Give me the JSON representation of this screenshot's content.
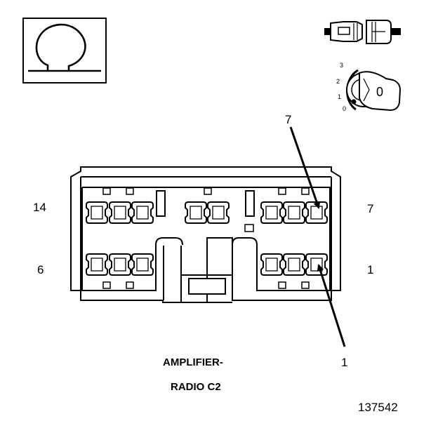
{
  "legend": {
    "symbol": "ohm-icon"
  },
  "test_conditions": {
    "connector_icon": "disconnected-connector-icon",
    "ignition_icon": "ignition-key-icon",
    "ignition_positions": [
      "3",
      "2",
      "1",
      "0"
    ],
    "key_position": "0"
  },
  "connector": {
    "callouts": {
      "top_pin": "7",
      "bottom_pin": "1"
    },
    "side_labels": {
      "top_left": "14",
      "top_right": "7",
      "bottom_left": "6",
      "bottom_right": "1"
    }
  },
  "caption": {
    "line1": "AMPLIFIER-",
    "line2": "RADIO C2"
  },
  "figure_id": "137542"
}
